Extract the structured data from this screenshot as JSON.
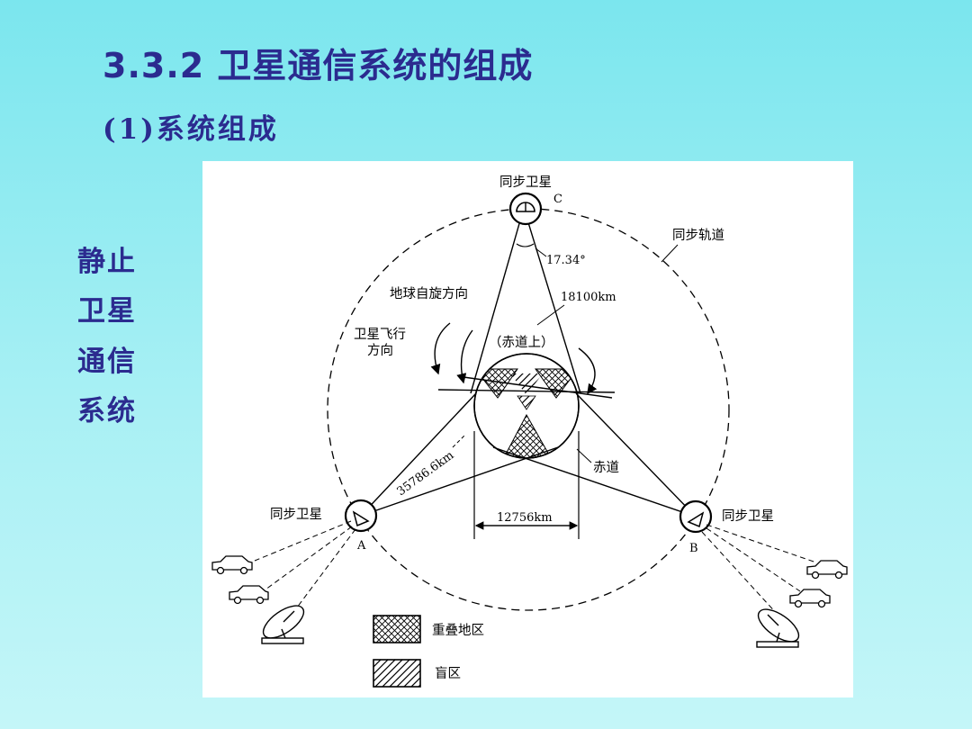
{
  "slide": {
    "title": "3.3.2 卫星通信系统的组成",
    "subtitle": "(1)系统组成",
    "side_lines": [
      "静止",
      "卫星",
      "通信",
      "系统"
    ]
  },
  "diagram": {
    "sat_c_label": "同步卫星",
    "sat_c_letter": "C",
    "sat_a_label": "同步卫星",
    "sat_a_letter": "A",
    "sat_b_label": "同步卫星",
    "sat_b_letter": "B",
    "orbit_label": "同步轨道",
    "angle_label": "17.34°",
    "earth_rotation_label": "地球自旋方向",
    "distance_18100": "18100km",
    "sat_direction_line1": "卫星飞行",
    "sat_direction_line2": "方向",
    "equator_on": "（赤道上）",
    "distance_35786": "35786.6km",
    "equator_label": "赤道",
    "diameter_label": "12756km",
    "legend_overlap": "重叠地区",
    "legend_blind": "盲区"
  }
}
